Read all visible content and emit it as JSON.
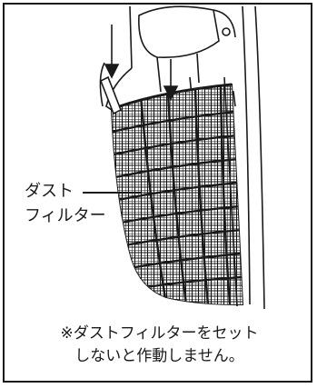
{
  "figure": {
    "callout_label_line1": "ダスト",
    "callout_label_line2": "フィルター",
    "icons": [
      "device-body-illustration",
      "dust-filter-illustration",
      "insert-arrow-icon"
    ]
  },
  "note": {
    "line1": "※ダストフィルターをセット",
    "line2": "しないと作動しません。"
  },
  "colors": {
    "line": "#1a1a1a",
    "background": "#ffffff",
    "mesh": "#111111"
  }
}
